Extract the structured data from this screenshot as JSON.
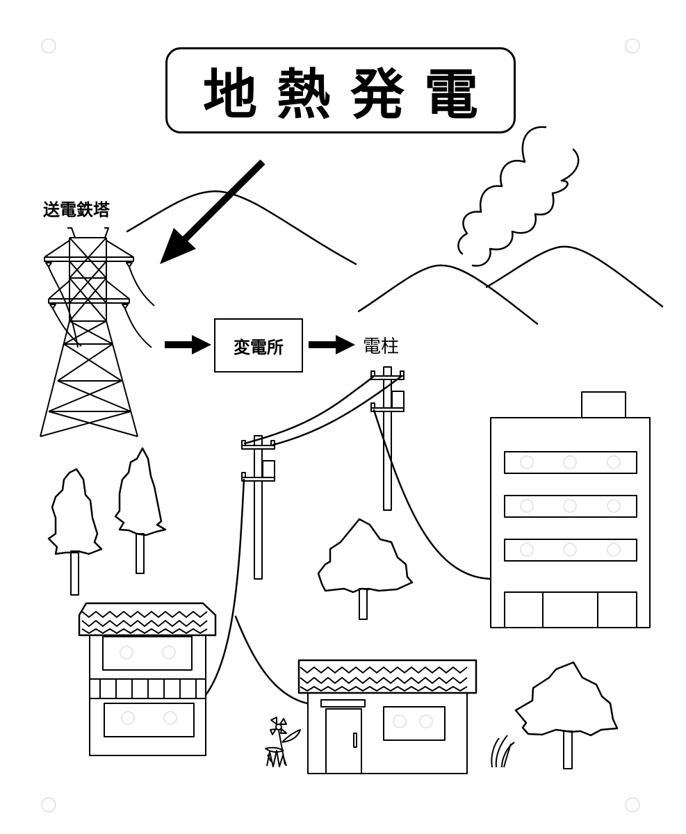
{
  "title": "地熱発電",
  "labels": {
    "transmission_tower": "送電鉄塔",
    "substation": "変電所",
    "utility_pole": "電柱"
  },
  "colors": {
    "line": "#000000",
    "background": "#ffffff",
    "guide_circle": "#e4dcdc"
  },
  "flow": [
    "送電鉄塔",
    "変電所",
    "電柱"
  ]
}
